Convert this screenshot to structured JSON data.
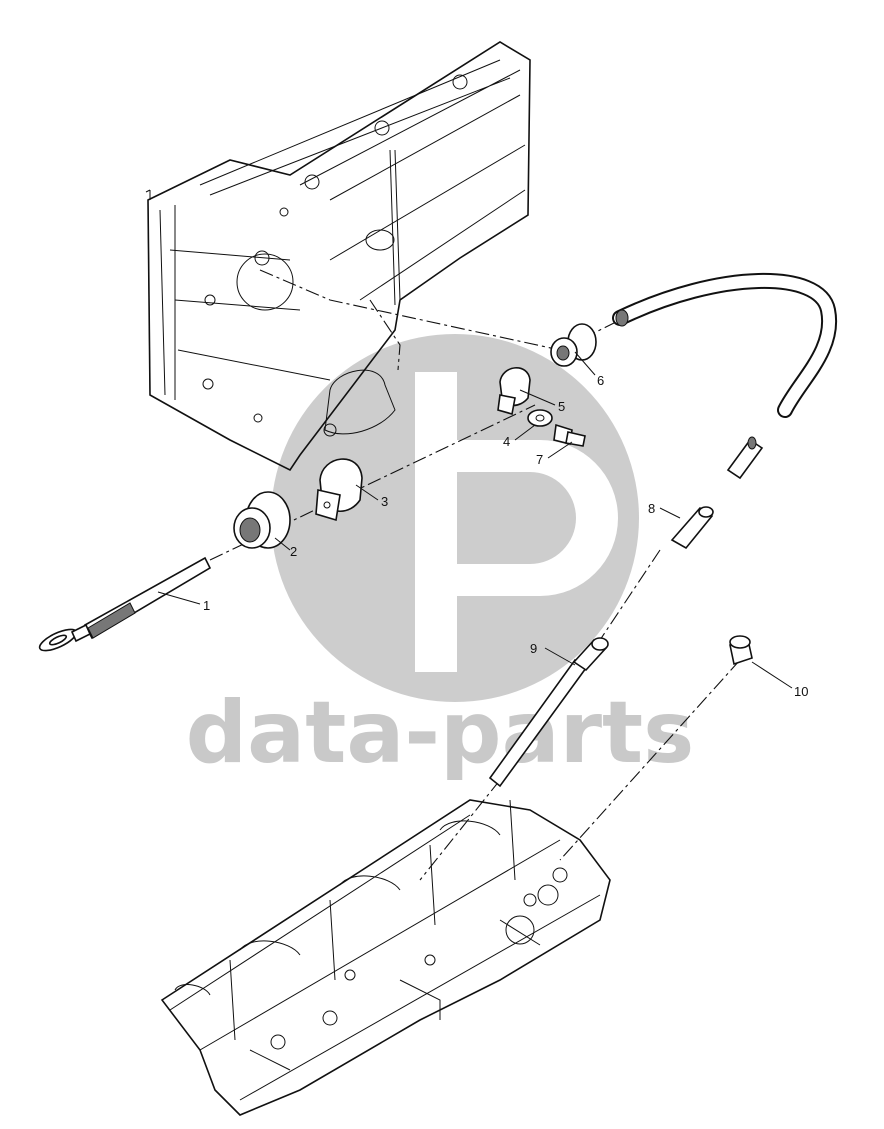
{
  "watermark": {
    "text": "data-parts",
    "color": "#c9c9c9"
  },
  "callouts": [
    {
      "id": "1",
      "label": "1"
    },
    {
      "id": "2",
      "label": "2"
    },
    {
      "id": "3",
      "label": "3"
    },
    {
      "id": "4",
      "label": "4"
    },
    {
      "id": "5",
      "label": "5"
    },
    {
      "id": "6",
      "label": "6"
    },
    {
      "id": "7",
      "label": "7"
    },
    {
      "id": "8",
      "label": "8"
    },
    {
      "id": "9",
      "label": "9"
    },
    {
      "id": "10",
      "label": "10"
    }
  ]
}
